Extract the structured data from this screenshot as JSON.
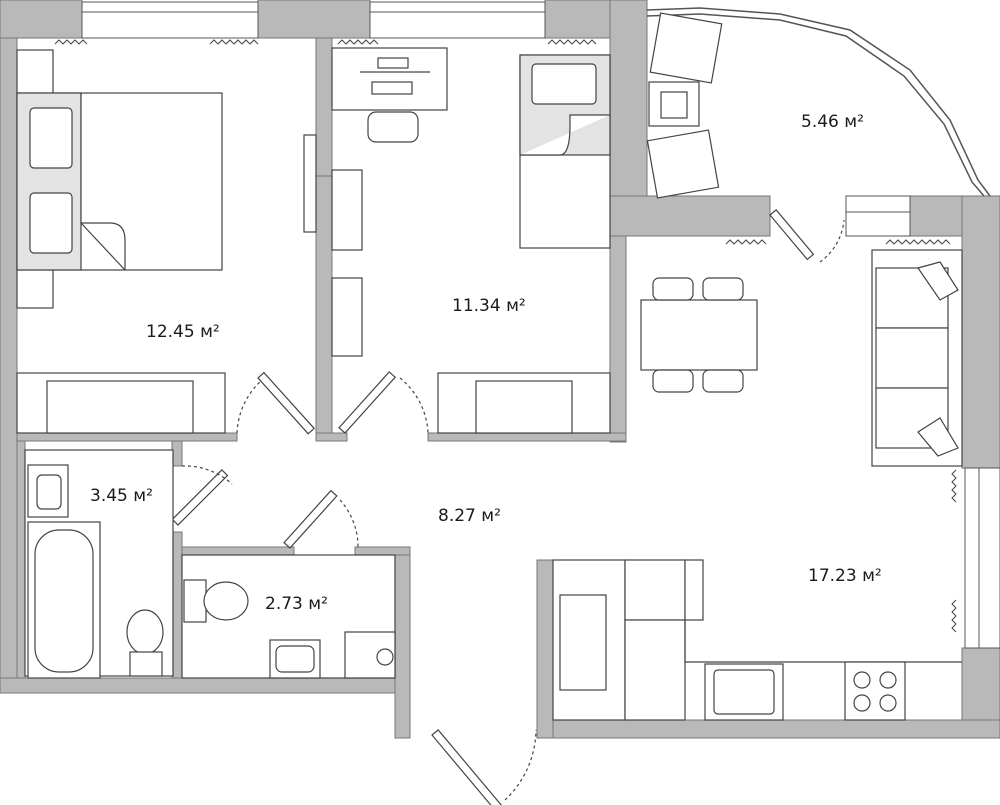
{
  "colors": {
    "wall": "#b9b9b9",
    "wall_dark": "#a7a7a7",
    "line": "#555555",
    "furniture": "#ffffff"
  },
  "rooms": {
    "bedroom": {
      "area": "12.45 м²"
    },
    "office": {
      "area": "11.34 м²"
    },
    "balcony": {
      "area": "5.46 м²"
    },
    "bathroom": {
      "area": "3.45 м²"
    },
    "hallway": {
      "area": "8.27 м²"
    },
    "toilet": {
      "area": "2.73 м²"
    },
    "living_kitchen": {
      "area": "17.23 м²"
    }
  }
}
